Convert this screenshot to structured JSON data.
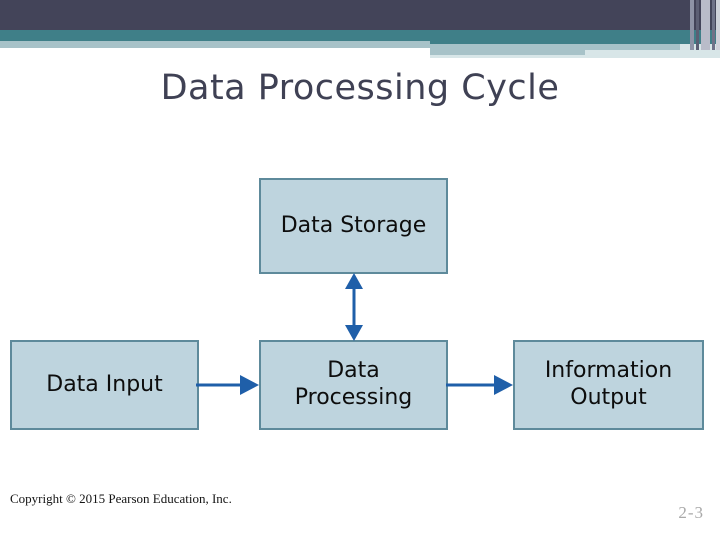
{
  "slide": {
    "title": "Data Processing Cycle",
    "copyright": "Copyright © 2015 Pearson Education, Inc.",
    "slide_number": "2-3"
  },
  "theme": {
    "header_dark": "#434459",
    "header_teal": "#3f7f88",
    "header_pale": "#a7c2c8",
    "title_color": "#3f4154",
    "node_fill": "#bed4de",
    "node_border": "#5e8a9b",
    "arrow_color": "#1f5fa9",
    "footer_number_color": "#a9a9a9"
  },
  "diagram": {
    "type": "flowchart",
    "nodes": [
      {
        "id": "data-storage",
        "label": "Data Storage",
        "label_lines": [
          "Data Storage"
        ]
      },
      {
        "id": "data-input",
        "label": "Data Input",
        "label_lines": [
          "Data Input"
        ]
      },
      {
        "id": "data-processing",
        "label": "Data Processing",
        "label_lines": [
          "Data",
          "Processing"
        ]
      },
      {
        "id": "information-output",
        "label": "Information Output",
        "label_lines": [
          "Information",
          "Output"
        ]
      }
    ],
    "edges": [
      {
        "id": "input-to-processing",
        "from": "data-input",
        "to": "data-processing",
        "direction": "single",
        "orientation": "horizontal"
      },
      {
        "id": "processing-to-output",
        "from": "data-processing",
        "to": "information-output",
        "direction": "single",
        "orientation": "horizontal"
      },
      {
        "id": "processing-storage",
        "from": "data-processing",
        "to": "data-storage",
        "direction": "double",
        "orientation": "vertical"
      }
    ]
  }
}
